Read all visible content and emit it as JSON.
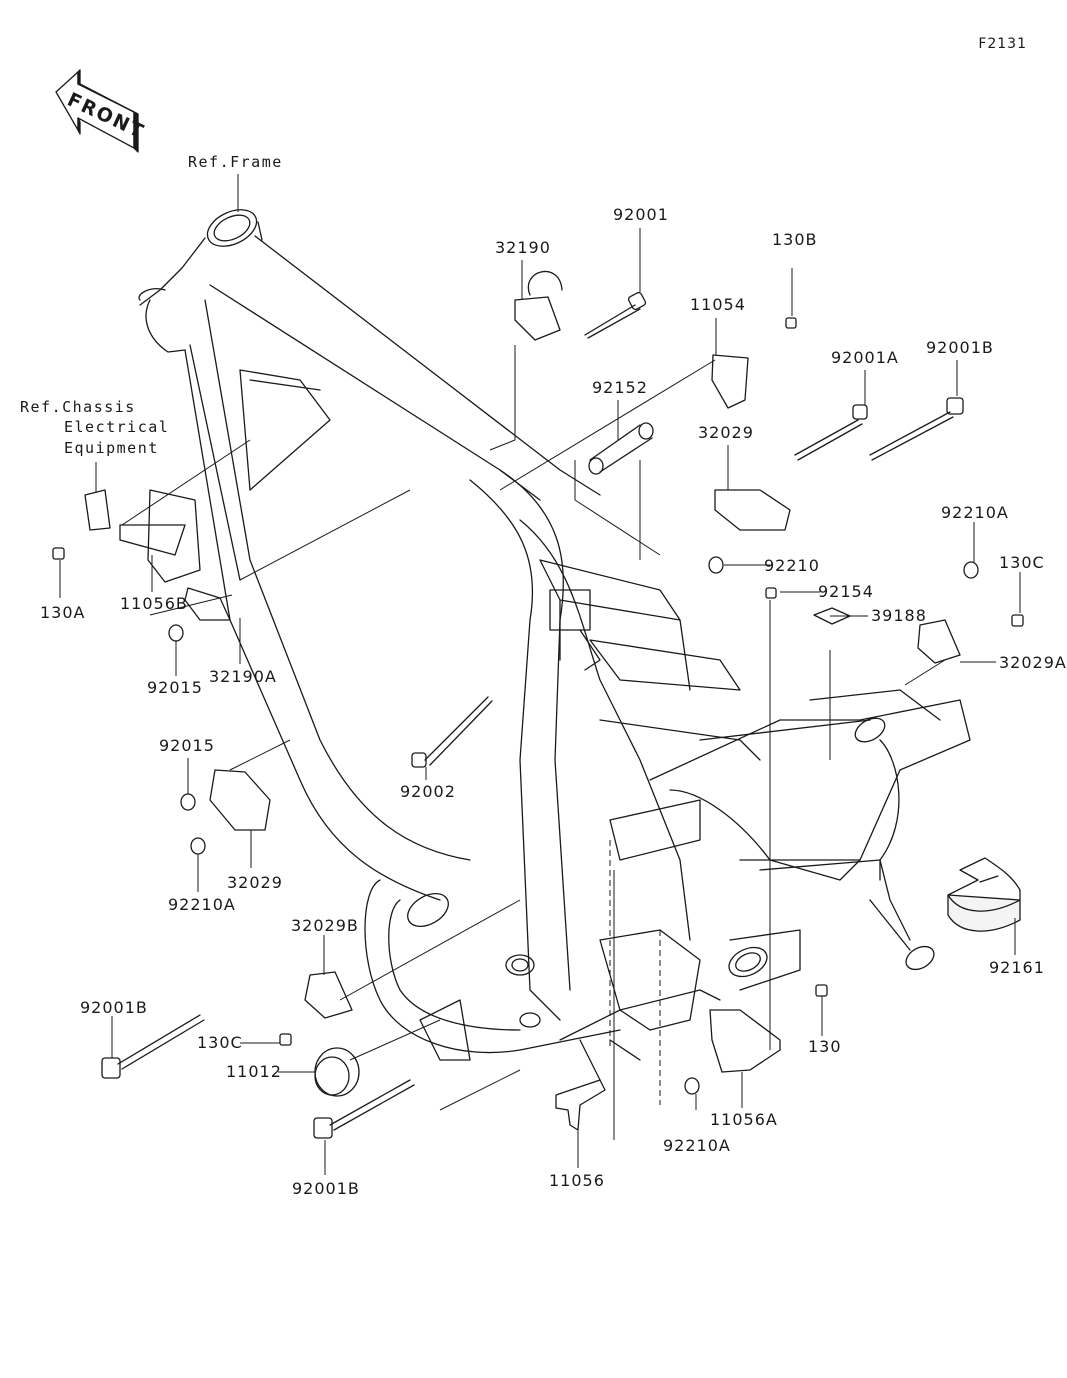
{
  "diagram": {
    "figure_code": "F2131",
    "direction_indicator": "FRONT",
    "references": {
      "frame": "Ref.Frame",
      "chassis_line1": "Ref.Chassis",
      "chassis_line2": "Electrical",
      "chassis_line3": "Equipment"
    },
    "colors": {
      "line": "#1a1a1a",
      "background": "#ffffff",
      "fill_light": "#f4f4f4"
    },
    "parts": [
      {
        "id": "p-92001",
        "label": "92001"
      },
      {
        "id": "p-32190",
        "label": "32190"
      },
      {
        "id": "p-130b",
        "label": "130B"
      },
      {
        "id": "p-11054",
        "label": "11054"
      },
      {
        "id": "p-92001a",
        "label": "92001A"
      },
      {
        "id": "p-92001b-top",
        "label": "92001B"
      },
      {
        "id": "p-92152",
        "label": "92152"
      },
      {
        "id": "p-32029-top",
        "label": "32029"
      },
      {
        "id": "p-92210a-right",
        "label": "92210A"
      },
      {
        "id": "p-130c-right",
        "label": "130C"
      },
      {
        "id": "p-92210",
        "label": "92210"
      },
      {
        "id": "p-92154",
        "label": "92154"
      },
      {
        "id": "p-39188",
        "label": "39188"
      },
      {
        "id": "p-32029a",
        "label": "32029A"
      },
      {
        "id": "p-130a",
        "label": "130A"
      },
      {
        "id": "p-11056b",
        "label": "11056B"
      },
      {
        "id": "p-92015-top",
        "label": "92015"
      },
      {
        "id": "p-32190a",
        "label": "32190A"
      },
      {
        "id": "p-92015-mid",
        "label": "92015"
      },
      {
        "id": "p-92002",
        "label": "92002"
      },
      {
        "id": "p-32029-left",
        "label": "32029"
      },
      {
        "id": "p-92210a-left",
        "label": "92210A"
      },
      {
        "id": "p-32029b",
        "label": "32029B"
      },
      {
        "id": "p-92001b-left",
        "label": "92001B"
      },
      {
        "id": "p-130c-left",
        "label": "130C"
      },
      {
        "id": "p-11012",
        "label": "11012"
      },
      {
        "id": "p-92001b-bottom",
        "label": "92001B"
      },
      {
        "id": "p-11056",
        "label": "11056"
      },
      {
        "id": "p-92210a-bottom",
        "label": "92210A"
      },
      {
        "id": "p-11056a",
        "label": "11056A"
      },
      {
        "id": "p-130",
        "label": "130"
      },
      {
        "id": "p-92161",
        "label": "92161"
      }
    ]
  }
}
